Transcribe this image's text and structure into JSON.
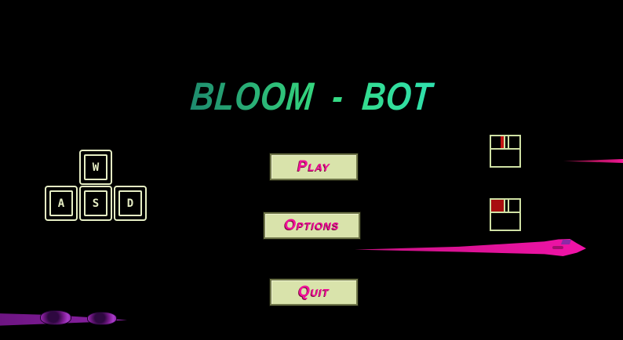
{
  "title": {
    "text": "BLOOM - BOT"
  },
  "menu": {
    "buttons": [
      {
        "id": "play",
        "label": "Play"
      },
      {
        "id": "options",
        "label": "Options"
      },
      {
        "id": "quit",
        "label": "Quit"
      }
    ]
  },
  "controls": {
    "keys": [
      {
        "label": "W"
      },
      {
        "label": "A"
      },
      {
        "label": "S"
      },
      {
        "label": "D"
      }
    ],
    "mouse_icons": [
      {
        "name": "mouse-middle-click-icon",
        "highlighted_button": "middle"
      },
      {
        "name": "mouse-left-click-icon",
        "highlighted_button": "left"
      }
    ]
  },
  "colors": {
    "background": "#000000",
    "accent_magenta": "#f2119b",
    "button_fill": "#d9e3ab",
    "button_border": "#70764a",
    "key_outline": "#e6eec4",
    "mouse_icon_outline": "#cfe0a4",
    "highlight_red": "#b31111",
    "trail_magenta": "#ee13a0",
    "trail_purple": "#8d22a6",
    "title_gradient": [
      "#0e4a7c",
      "#36d97f",
      "#25c8c8"
    ]
  }
}
